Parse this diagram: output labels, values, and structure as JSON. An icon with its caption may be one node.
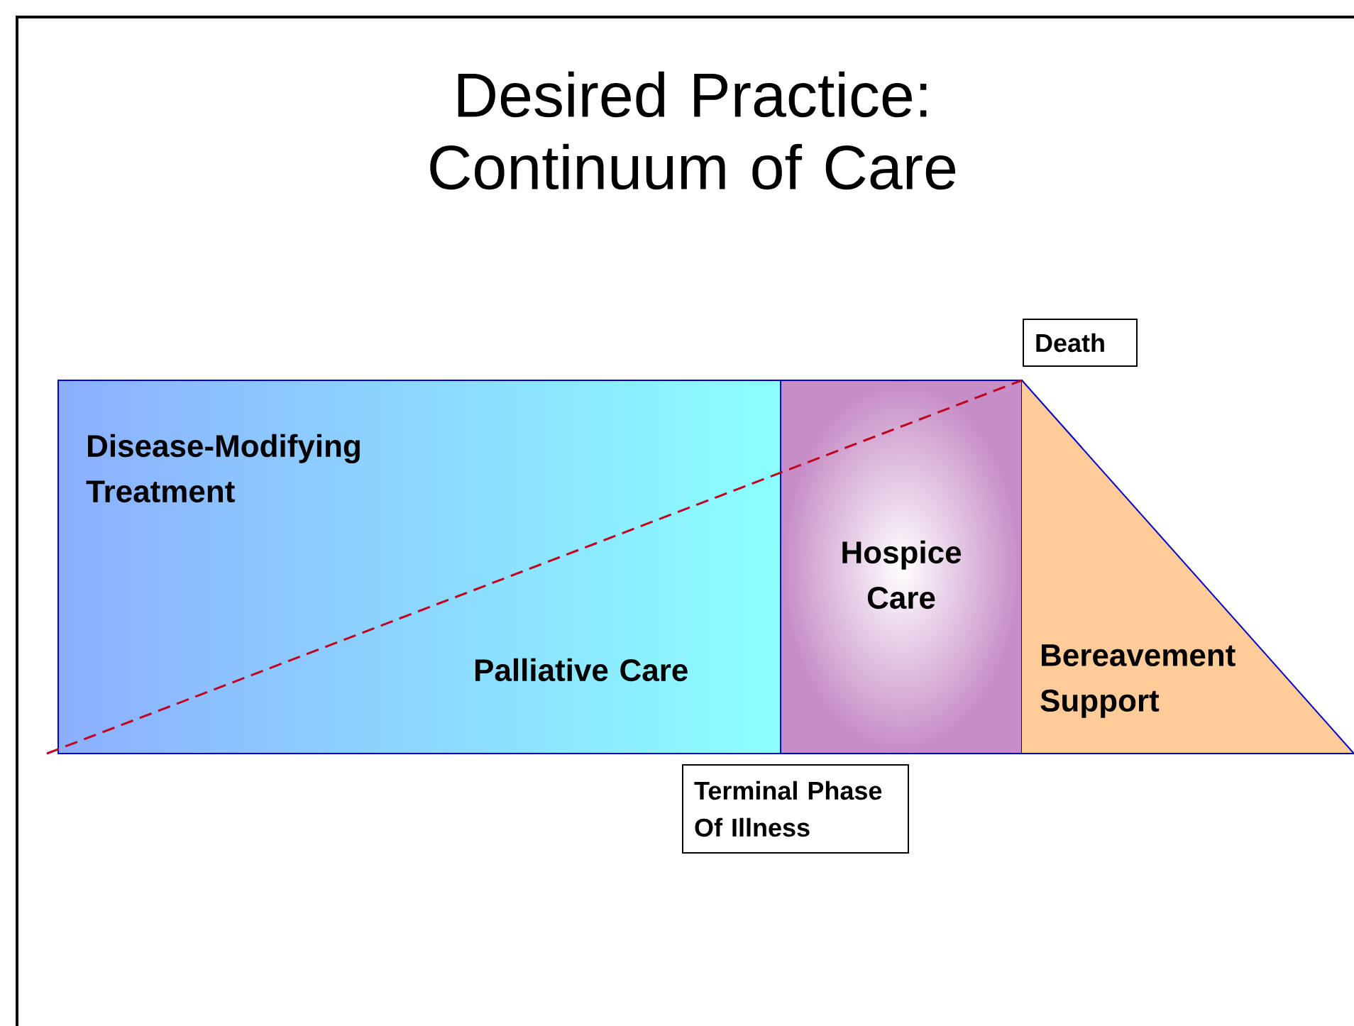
{
  "diagram": {
    "title": "Desired Practice: Continuum of Care",
    "nodes": [
      {
        "text": [
          "Disease-Modifying Treatment",
          "Palliative Care"
        ]
      },
      {
        "text": [
          "Hospice Care"
        ]
      },
      {
        "text": [
          "Bereavement Support"
        ]
      },
      {
        "text": [
          "Death"
        ]
      },
      {
        "text": [
          "Terminal Phase Of Illness"
        ]
      }
    ]
  }
}
